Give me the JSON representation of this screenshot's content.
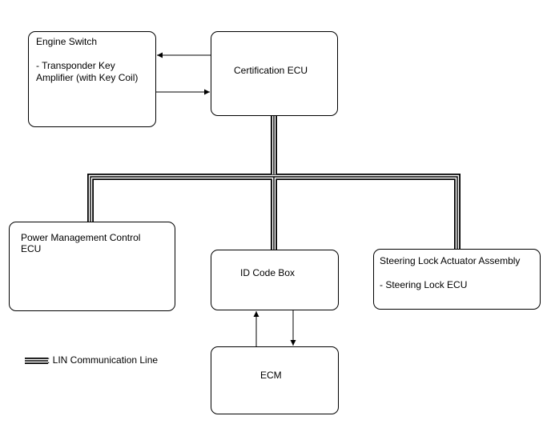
{
  "nodes": {
    "engine_switch": {
      "title": "Engine Switch",
      "line1": "- Transponder Key",
      "line2": "Amplifier (with Key Coil)"
    },
    "certification_ecu": {
      "title": "Certification ECU"
    },
    "power_management": {
      "line1": "Power Management Control",
      "line2": "ECU"
    },
    "id_code_box": {
      "title": "ID Code Box"
    },
    "steering_lock": {
      "title": "Steering Lock Actuator Assembly",
      "line1": "- Steering Lock ECU"
    },
    "ecm": {
      "title": "ECM"
    }
  },
  "legend": {
    "label": ": LIN Communication Line"
  }
}
